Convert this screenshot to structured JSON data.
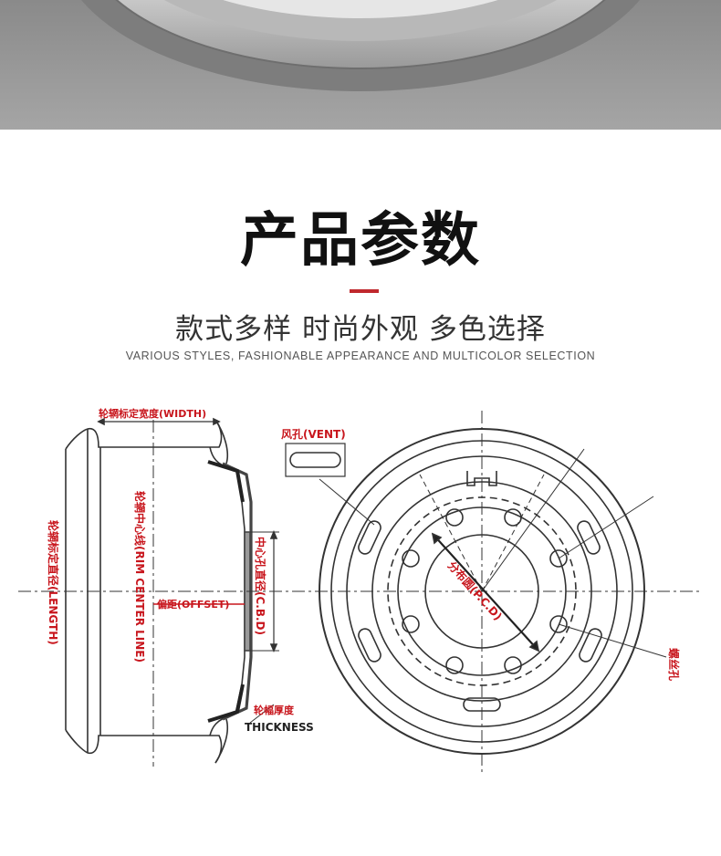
{
  "header": {
    "title": "产品参数",
    "subtitle": "款式多样 时尚外观 多色选择",
    "subtitle_en": "VARIOUS STYLES, FASHIONABLE APPEARANCE AND MULTICOLOR SELECTION",
    "accent_color": "#c0282d"
  },
  "diagram": {
    "label_color": "#c8161d",
    "labels": {
      "width": "轮辋标定宽度(WIDTH)",
      "vent": "风孔(VENT)",
      "length": "轮辋标定直径(LENGTH)",
      "rim_center": "轮辋中心线(RIM CENTER LINE)",
      "offset": "偏距(OFFSET)",
      "cbd": "中心孔直径(C.B.D)",
      "disc_thickness": "轮幅厚度",
      "thickness": "THICKNESS",
      "pcd": "分布圆(P.C.D)",
      "bolt_hole": "螺丝孔"
    }
  }
}
